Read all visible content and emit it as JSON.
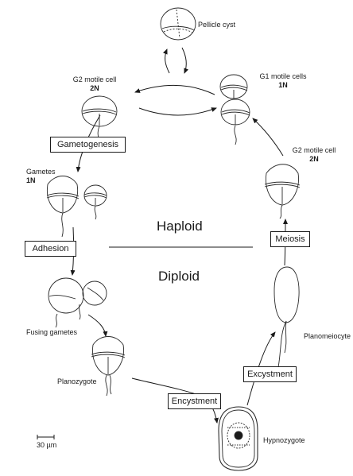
{
  "diagram": {
    "stages": {
      "pellicle_cyst": "Pellicle cyst",
      "g2_motile_top_label": "G2 motile cell",
      "g2_motile_top_ploidy": "2N",
      "g1_motile_label": "G1 motile cells",
      "g1_motile_ploidy": "1N",
      "gametes_label": "Gametes",
      "gametes_ploidy": "1N",
      "g2_motile_right_label": "G2 motile cell",
      "g2_motile_right_ploidy": "2N",
      "fusing_gametes": "Fusing gametes",
      "planozygote": "Planozygote",
      "planomeiocyte": "Planomeiocyte",
      "hypnozygote": "Hypnozygote"
    },
    "processes": {
      "gametogenesis": "Gametogenesis",
      "adhesion": "Adhesion",
      "meiosis": "Meiosis",
      "excystment": "Excystment",
      "encystment": "Encystment"
    },
    "phases": {
      "haploid": "Haploid",
      "diploid": "Diploid"
    },
    "scale_bar": "30 µm"
  }
}
